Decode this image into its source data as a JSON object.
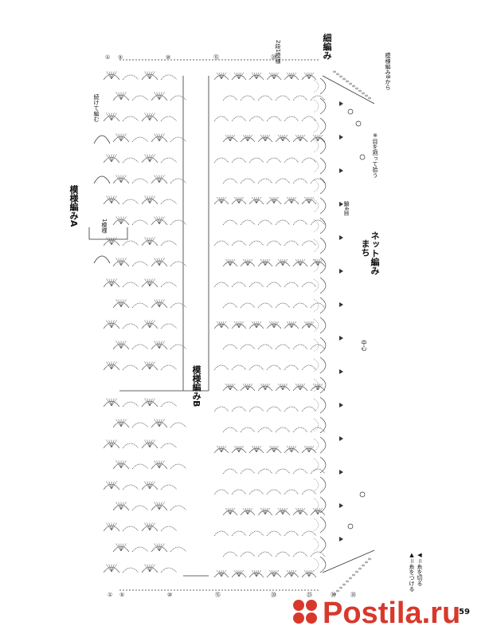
{
  "diagram": {
    "pattern_a_title": "模様編みA",
    "pattern_b_title": "模様編みB",
    "one_repeat": "1模様",
    "continue_note": "続けて編む",
    "gusset_title": "まち",
    "net_title": "ネット編み",
    "center_mark": "中心",
    "stitch_split_note": "※目を割って拾う",
    "from_pattern_b": "模様編みBから",
    "border_title": "細編み",
    "border_rows": "2段1模様",
    "chain_note": "鎖4目",
    "legend_attach": "▲＝糸をつける",
    "legend_cut": "◀＝糸を切る",
    "row_labels_left": [
      "①",
      "⑤",
      "⑩",
      "⑮",
      "⑳",
      "㉕",
      "㉚",
      "㉟"
    ],
    "row_labels_top": [
      "①",
      "⑤",
      "⑩",
      "⑮",
      "⑳"
    ],
    "page_number": "59",
    "watermark": "Postila.ru"
  },
  "colors": {
    "line": "#333333",
    "watermark": "#d8382b"
  }
}
